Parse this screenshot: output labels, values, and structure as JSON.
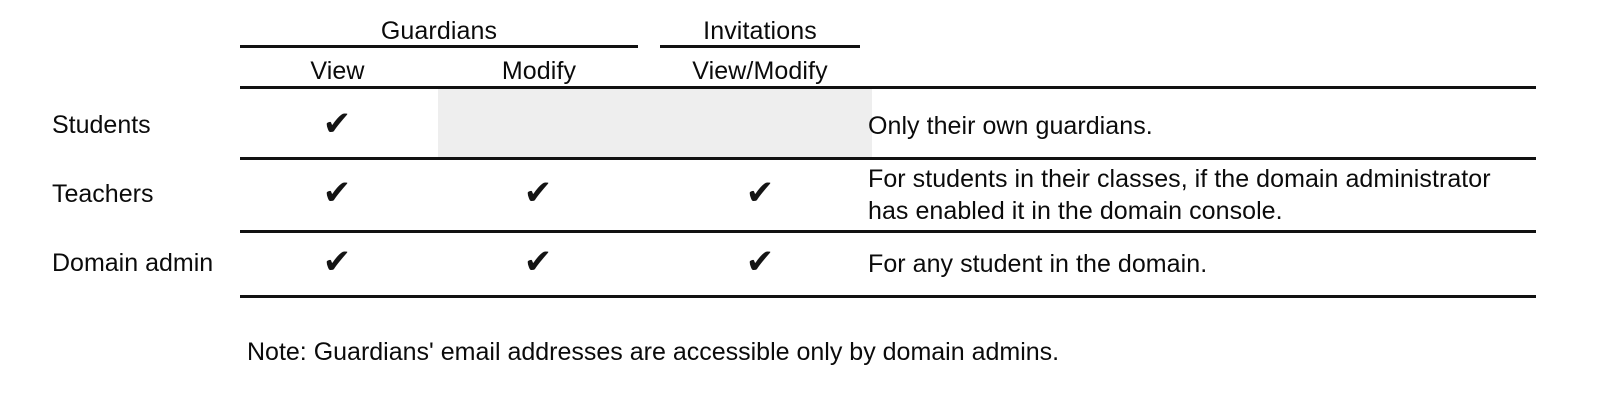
{
  "table": {
    "group_headers": [
      {
        "label": "Guardians",
        "spans": [
          "View",
          "Modify"
        ]
      },
      {
        "label": "Invitations",
        "spans": [
          "View/Modify"
        ]
      }
    ],
    "column_headers": [
      "View",
      "Modify",
      "View/Modify"
    ],
    "row_label_header": "",
    "notes_header": "",
    "rows": [
      {
        "label": "Students",
        "cells": [
          {
            "state": "check",
            "mark": "✔"
          },
          {
            "state": "shaded",
            "mark": ""
          },
          {
            "state": "shaded",
            "mark": ""
          }
        ],
        "note": "Only their own guardians."
      },
      {
        "label": "Teachers",
        "cells": [
          {
            "state": "check",
            "mark": "✔"
          },
          {
            "state": "check",
            "mark": "✔"
          },
          {
            "state": "check",
            "mark": "✔"
          }
        ],
        "note": "For students in their classes, if the domain administrator has enabled it in the domain console."
      },
      {
        "label": "Domain admin",
        "cells": [
          {
            "state": "check",
            "mark": "✔"
          },
          {
            "state": "check",
            "mark": "✔"
          },
          {
            "state": "check",
            "mark": "✔"
          }
        ],
        "note": "For any student in the domain."
      }
    ]
  },
  "footnote": "Note: Guardians' email addresses are accessible only by domain admins.",
  "colors": {
    "rule": "#111111",
    "text": "#0b0b0b",
    "shaded_cell": "#eeeeee",
    "background": "#ffffff"
  }
}
